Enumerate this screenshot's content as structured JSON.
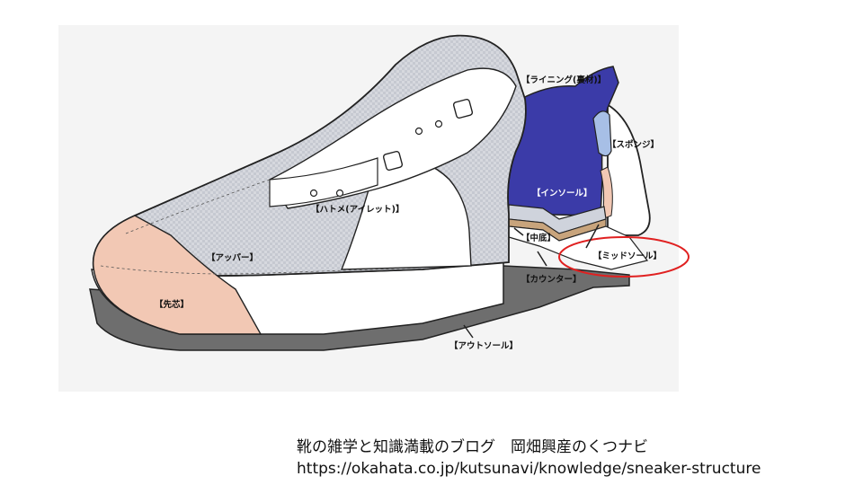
{
  "diagram": {
    "labels": {
      "lining": "【ライニング(裏材)】",
      "sponge": "【スポンジ】",
      "insole": "【インソール】",
      "eyelet": "【ハトメ(アイレット)】",
      "middle_bottom": "【中底】",
      "midsole": "【ミッドソール】",
      "counter": "【カウンター】",
      "upper": "【アッパー】",
      "toe_cap": "【先芯】",
      "outsole": "【アウトソール】"
    },
    "colors": {
      "mesh_gray": "#d4d6dc",
      "lining_blue": "#3b3ba8",
      "sponge_blue": "#a7bfe6",
      "toe_peach": "#f2c8b4",
      "outsole_gray": "#6e6e6e",
      "highlight_red": "#e02020",
      "outline": "#222222"
    }
  },
  "caption": {
    "line1": "靴の雑学と知識満載のブログ　岡畑興産のくつナビ",
    "line2": "https://okahata.co.jp/kutsunavi/knowledge/sneaker-structure"
  }
}
